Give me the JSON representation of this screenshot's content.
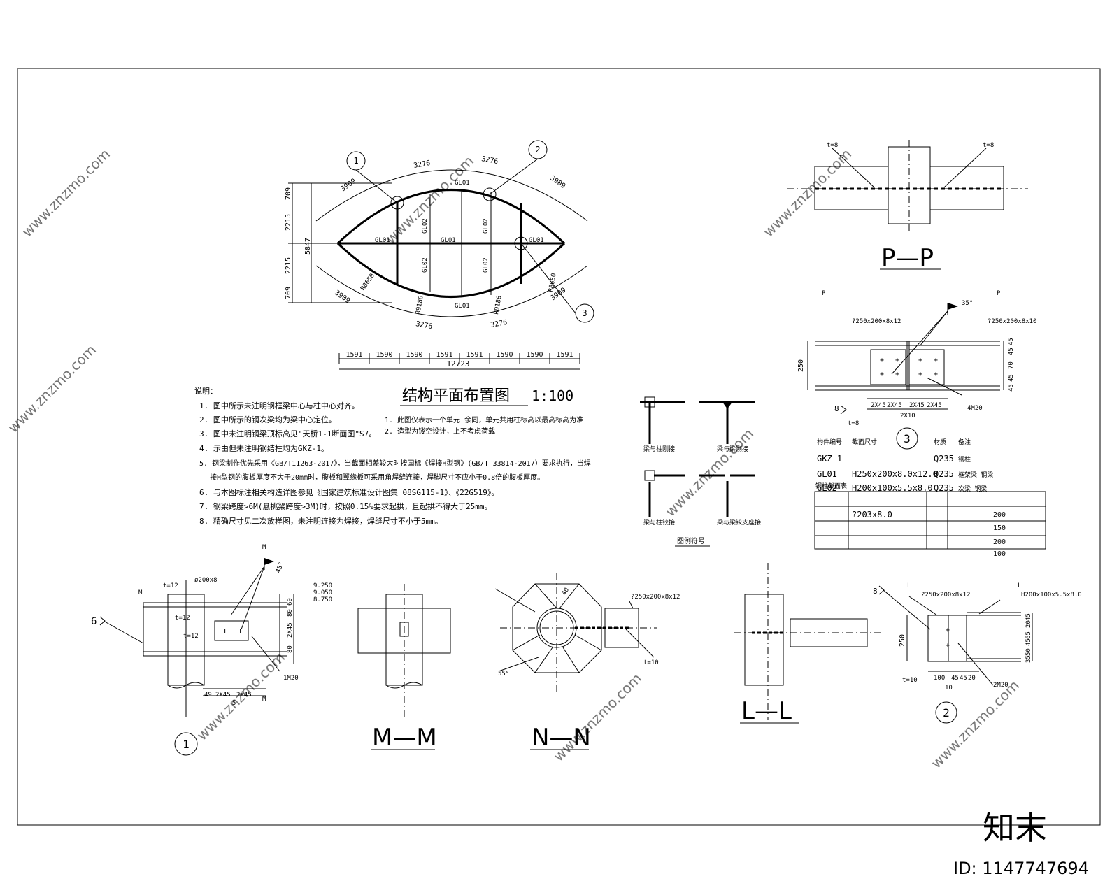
{
  "plan": {
    "title": "结构平面布置图",
    "scale": "1:100",
    "top_dims": [
      "3909",
      "3276",
      "3276",
      "3909"
    ],
    "bottom_dims": [
      "3909",
      "3276",
      "3276",
      "3909"
    ],
    "left_dims": [
      "709",
      "2215",
      "2215",
      "709"
    ],
    "left_total": "5847",
    "bottom_row": [
      "1591",
      "1590",
      "1590",
      "1591",
      "1591",
      "1590",
      "1590",
      "1591"
    ],
    "total": "12723",
    "radii": [
      "R8650",
      "R9186",
      "R9186",
      "R8650"
    ],
    "beam_labels": {
      "gl01": "GL01",
      "gl02": "GL02"
    },
    "callouts": [
      "1",
      "2",
      "3"
    ]
  },
  "notes": {
    "heading": "说明：",
    "items": [
      "1. 图中所示未注明钢框梁中心与柱中心对齐。",
      "2. 图中所示的钢次梁均为梁中心定位。",
      "3. 图中未注明钢梁顶标高见\"天桥1-1断面图\"S7。",
      "4. 示由但未注明钢结柱均为GKZ-1。",
      "5. 钢梁制作优先采用《GB/T11263-2017》，当截面相差较大时按国标《焊接H型钢》(GB/T 33814-2017）要求执行，当焊",
      "接H型钢的腹板厚度不大于20mm时，腹板和翼缘板可采用角焊缝连接，焊脚尺寸不应小于0.8倍的腹板厚度。",
      "6. 与本图标注相关构造详图参见《国家建筑标准设计图集 08SG115-1》、《22G519》。",
      "7. 钢梁跨度>6M(悬挑梁跨度>3M)时，按照0.15%要求起拱，且起拱不得大于25mm。",
      "8. 精确尺寸见二次放样图，未注明连接为焊接，焊缝尺寸不小于5mm。"
    ],
    "extra": [
      "1. 此图仅表示一个单元 余同，单元共用柱标高以最高标高为准",
      "2. 造型为镂空设计，上不考虑荷载"
    ]
  },
  "legend": {
    "title": "图例符号",
    "labels": [
      "梁与柱刚接",
      "梁与梁刚接",
      "梁与柱铰接",
      "梁与梁铰支座接"
    ]
  },
  "table": {
    "headers": [
      "构件编号",
      "截面尺寸",
      "材质",
      "备注"
    ],
    "rows": [
      [
        "GKZ-1",
        "",
        "Q235",
        "钢柱"
      ],
      [
        "GL01",
        "H250x200x8.0x12.0",
        "Q235",
        "框架梁 钢梁"
      ],
      [
        "GL02",
        "H200x100x5.5x8.0",
        "Q235",
        "次梁 钢梁"
      ]
    ],
    "sub_title": "钢柱截面表",
    "sub_cell": "?203x8.0",
    "sub_dims": [
      "200",
      "150",
      "200",
      "100"
    ]
  },
  "sections": {
    "pp": "P—P",
    "mm": "M—M",
    "nn": "N—N",
    "ll": "L—L",
    "d1": "1",
    "d2": "2",
    "d3": "3"
  },
  "detail3": {
    "left_beam": "?250x200x8x12",
    "right_beam": "?250x200x8x10",
    "height": "250",
    "bottom_dims": [
      "2X45",
      "2X45",
      "2X45",
      "2X45"
    ],
    "gap": "2X10",
    "bolts": "4M20",
    "weld": "8",
    "t": "t=8",
    "right_dims": [
      "45",
      "45",
      "70",
      "45",
      "45"
    ],
    "angle": "35°",
    "tag_left": "P",
    "tag_right": "P"
  },
  "pp_detail": {
    "t_left": "t=8",
    "t_right": "t=8"
  },
  "detail1": {
    "pipe": "ø200x8",
    "t12a": "t=12",
    "t12b": "t=12",
    "t12c": "t=12",
    "weld": "6",
    "angle": "45°",
    "elev": [
      "9.250",
      "9.050",
      "8.750"
    ],
    "right_dims": [
      "60",
      "80",
      "2X45",
      "80"
    ],
    "bottom_dims": [
      "49",
      "2X45",
      "2X45"
    ],
    "bottom_sub": "5",
    "bolts": "1M20",
    "tag": "M"
  },
  "nn_detail": {
    "beam": "?250x200x8x12",
    "angle": "55°",
    "t": "t=10",
    "d40": "40"
  },
  "detail2": {
    "beam1": "?250x200x8x12",
    "beam2": "H200x100x5.5x8.0",
    "height": "250",
    "right_dims": [
      "45",
      "20",
      "65",
      "45",
      "50",
      "35"
    ],
    "bottom_dims": [
      "100",
      "45",
      "45",
      "20"
    ],
    "bottom_sub": "10",
    "bolts": "2M20",
    "weld": "8",
    "t": "t=10",
    "tag_left": "L",
    "tag_right": "L"
  },
  "brand": {
    "logo": "知末",
    "id": "ID: 1147747694",
    "watermark": "www.znzmo.com"
  }
}
